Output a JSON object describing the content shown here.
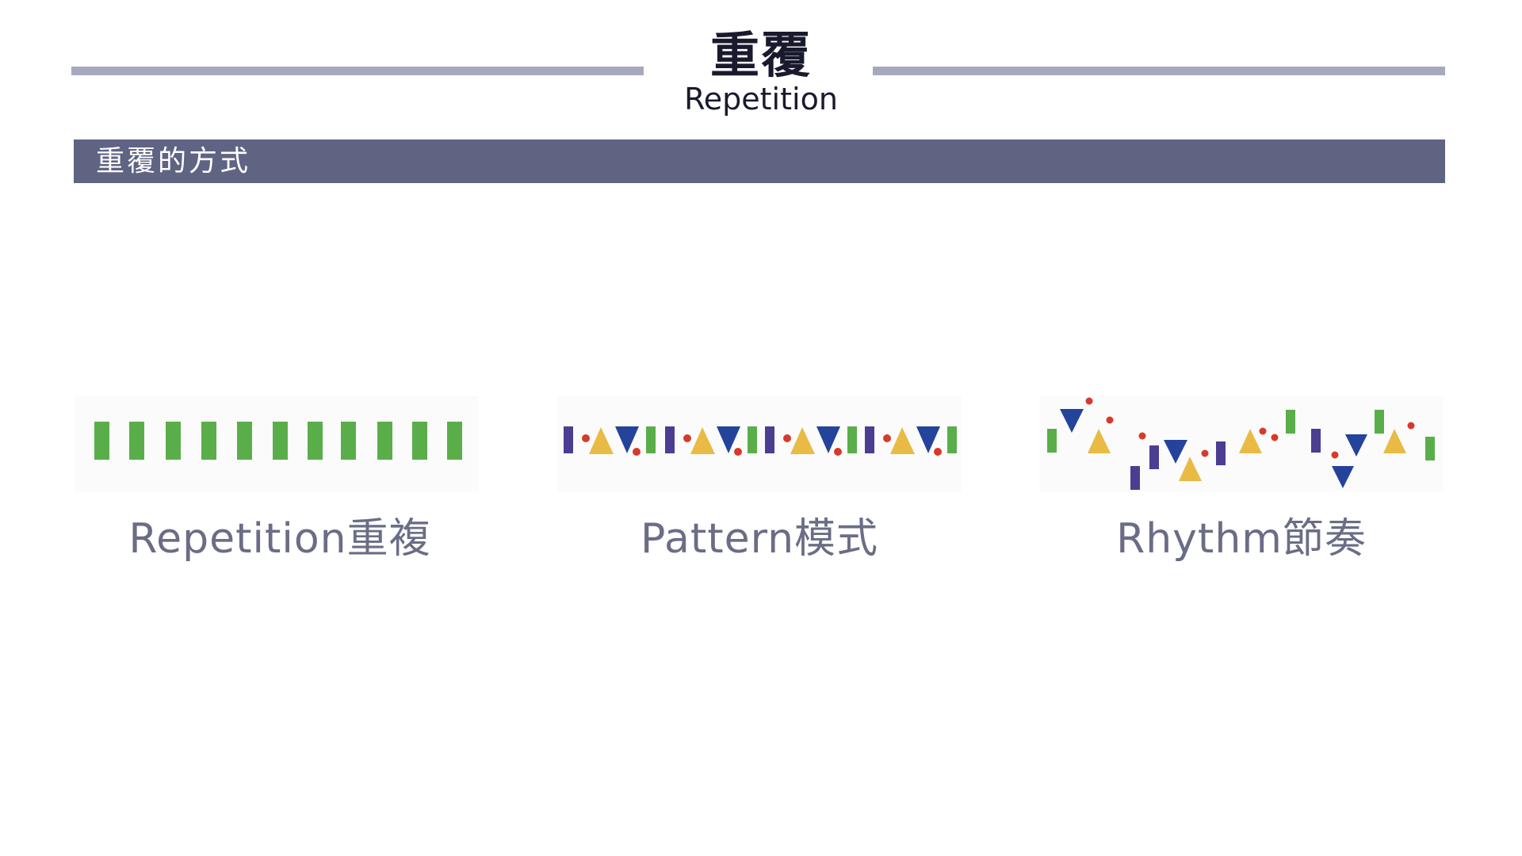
{
  "header": {
    "title_zh": "重覆",
    "title_en": "Repetition"
  },
  "banner": {
    "label": "重覆的方式"
  },
  "examples": [
    {
      "caption": "Repetition重複"
    },
    {
      "caption": "Pattern模式"
    },
    {
      "caption": "Rhythm節奏"
    }
  ],
  "colors": {
    "green": "#5aae4a",
    "purple": "#4c3d92",
    "yellow": "#e9bb45",
    "blue": "#24439b",
    "red": "#d63a2c",
    "banner": "#5f6483",
    "rule": "#a6a9be"
  }
}
